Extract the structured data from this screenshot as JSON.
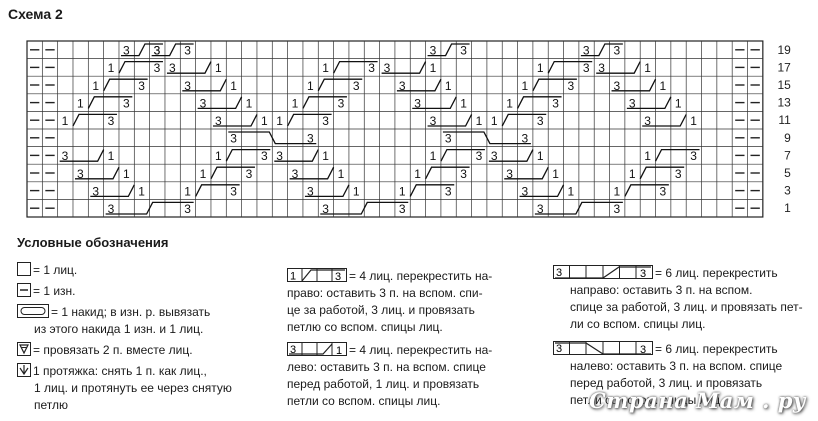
{
  "title": "Схема 2",
  "legend_title": "Условные обозначения",
  "row_numbers": [
    "19",
    "17",
    "15",
    "13",
    "11",
    "9",
    "7",
    "5",
    "3",
    "1"
  ],
  "legend": {
    "knit": "= 1 лиц.",
    "purl": "= 1 изн.",
    "yo_line1": "= 1 накид; в изн. р. вывязать",
    "yo_line2": "из этого накида 1 изн. и 1 лиц.",
    "k2tog": "= провязать 2 п. вместе лиц.",
    "skp_line1": "1 протяжка: снять 1 п. как лиц.,",
    "skp_line2": "1 лиц. и протянуть ее через снятую",
    "skp_line3": "петлю",
    "cr4_right_line1": "= 4 лиц. перекрестить на-",
    "cr4_right_line2": "право: оставить 3 п. на вспом. спи-",
    "cr4_right_line3": "це за работой, 3 лиц. и провязать",
    "cr4_right_line4": "петлю со вспом. спицы лиц.",
    "cr4_left_line1": "= 4 лиц. перекрестить на-",
    "cr4_left_line2": "лево: оставить 3 п. на вспом. спице",
    "cr4_left_line3": "перед работой, 1 лиц. и провязать",
    "cr4_left_line4": "петли со вспом. спицы лиц.",
    "cr6_right_line1": "= 6 лиц. перекрестить",
    "cr6_right_line2": "направо: оставить 3 п. на вспом.",
    "cr6_right_line3": "спице за работой, 3 лиц. и провязать пет-",
    "cr6_right_line4": "ли со вспом. спицы лиц.",
    "cr6_left_line1": "= 6 лиц. перекрестить",
    "cr6_left_line2": "налево: оставить 3 п. на вспом. спице",
    "cr6_left_line3": "перед работой, 3 лиц. и провязать",
    "cr6_left_line4": "петли со вспом. спицы лиц."
  },
  "symbol_digits": {
    "one": "1",
    "three": "3"
  },
  "watermark": "Страна Мам . ру"
}
